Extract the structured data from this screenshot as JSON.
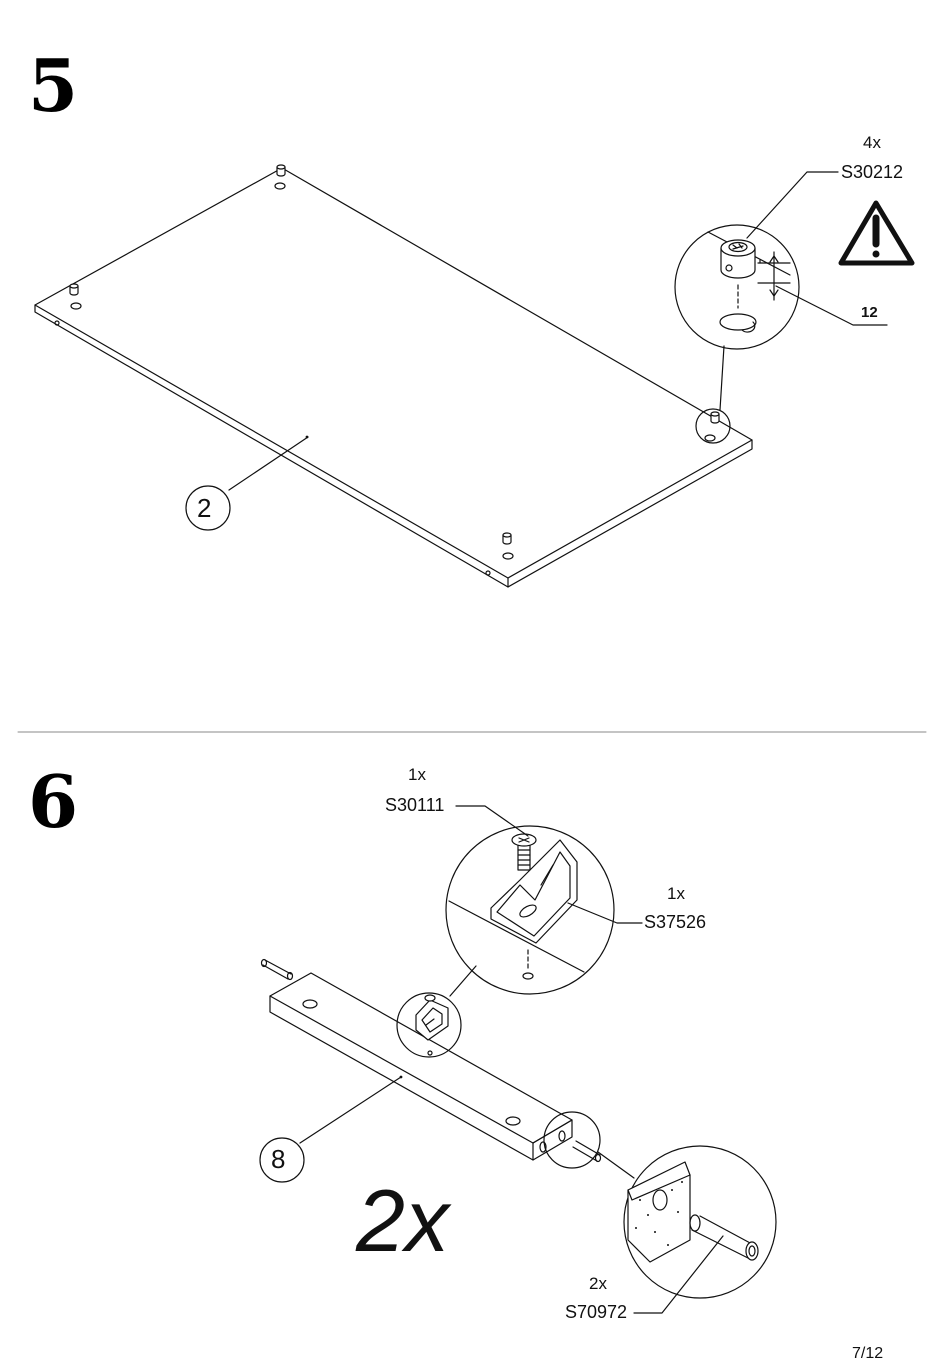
{
  "step5": {
    "number": "5",
    "part_label": "2",
    "cam_qty": "4x",
    "cam_code": "S30212",
    "dimension": "12"
  },
  "step6": {
    "number": "6",
    "screw_qty": "1x",
    "screw_code": "S30111",
    "bracket_qty": "1x",
    "bracket_code": "S37526",
    "part_label": "8",
    "repeat": "2x",
    "dowel_qty": "2x",
    "dowel_code": "S70972"
  },
  "page_number": "7/12",
  "colors": {
    "ink": "#111111",
    "rule": "#888888"
  }
}
